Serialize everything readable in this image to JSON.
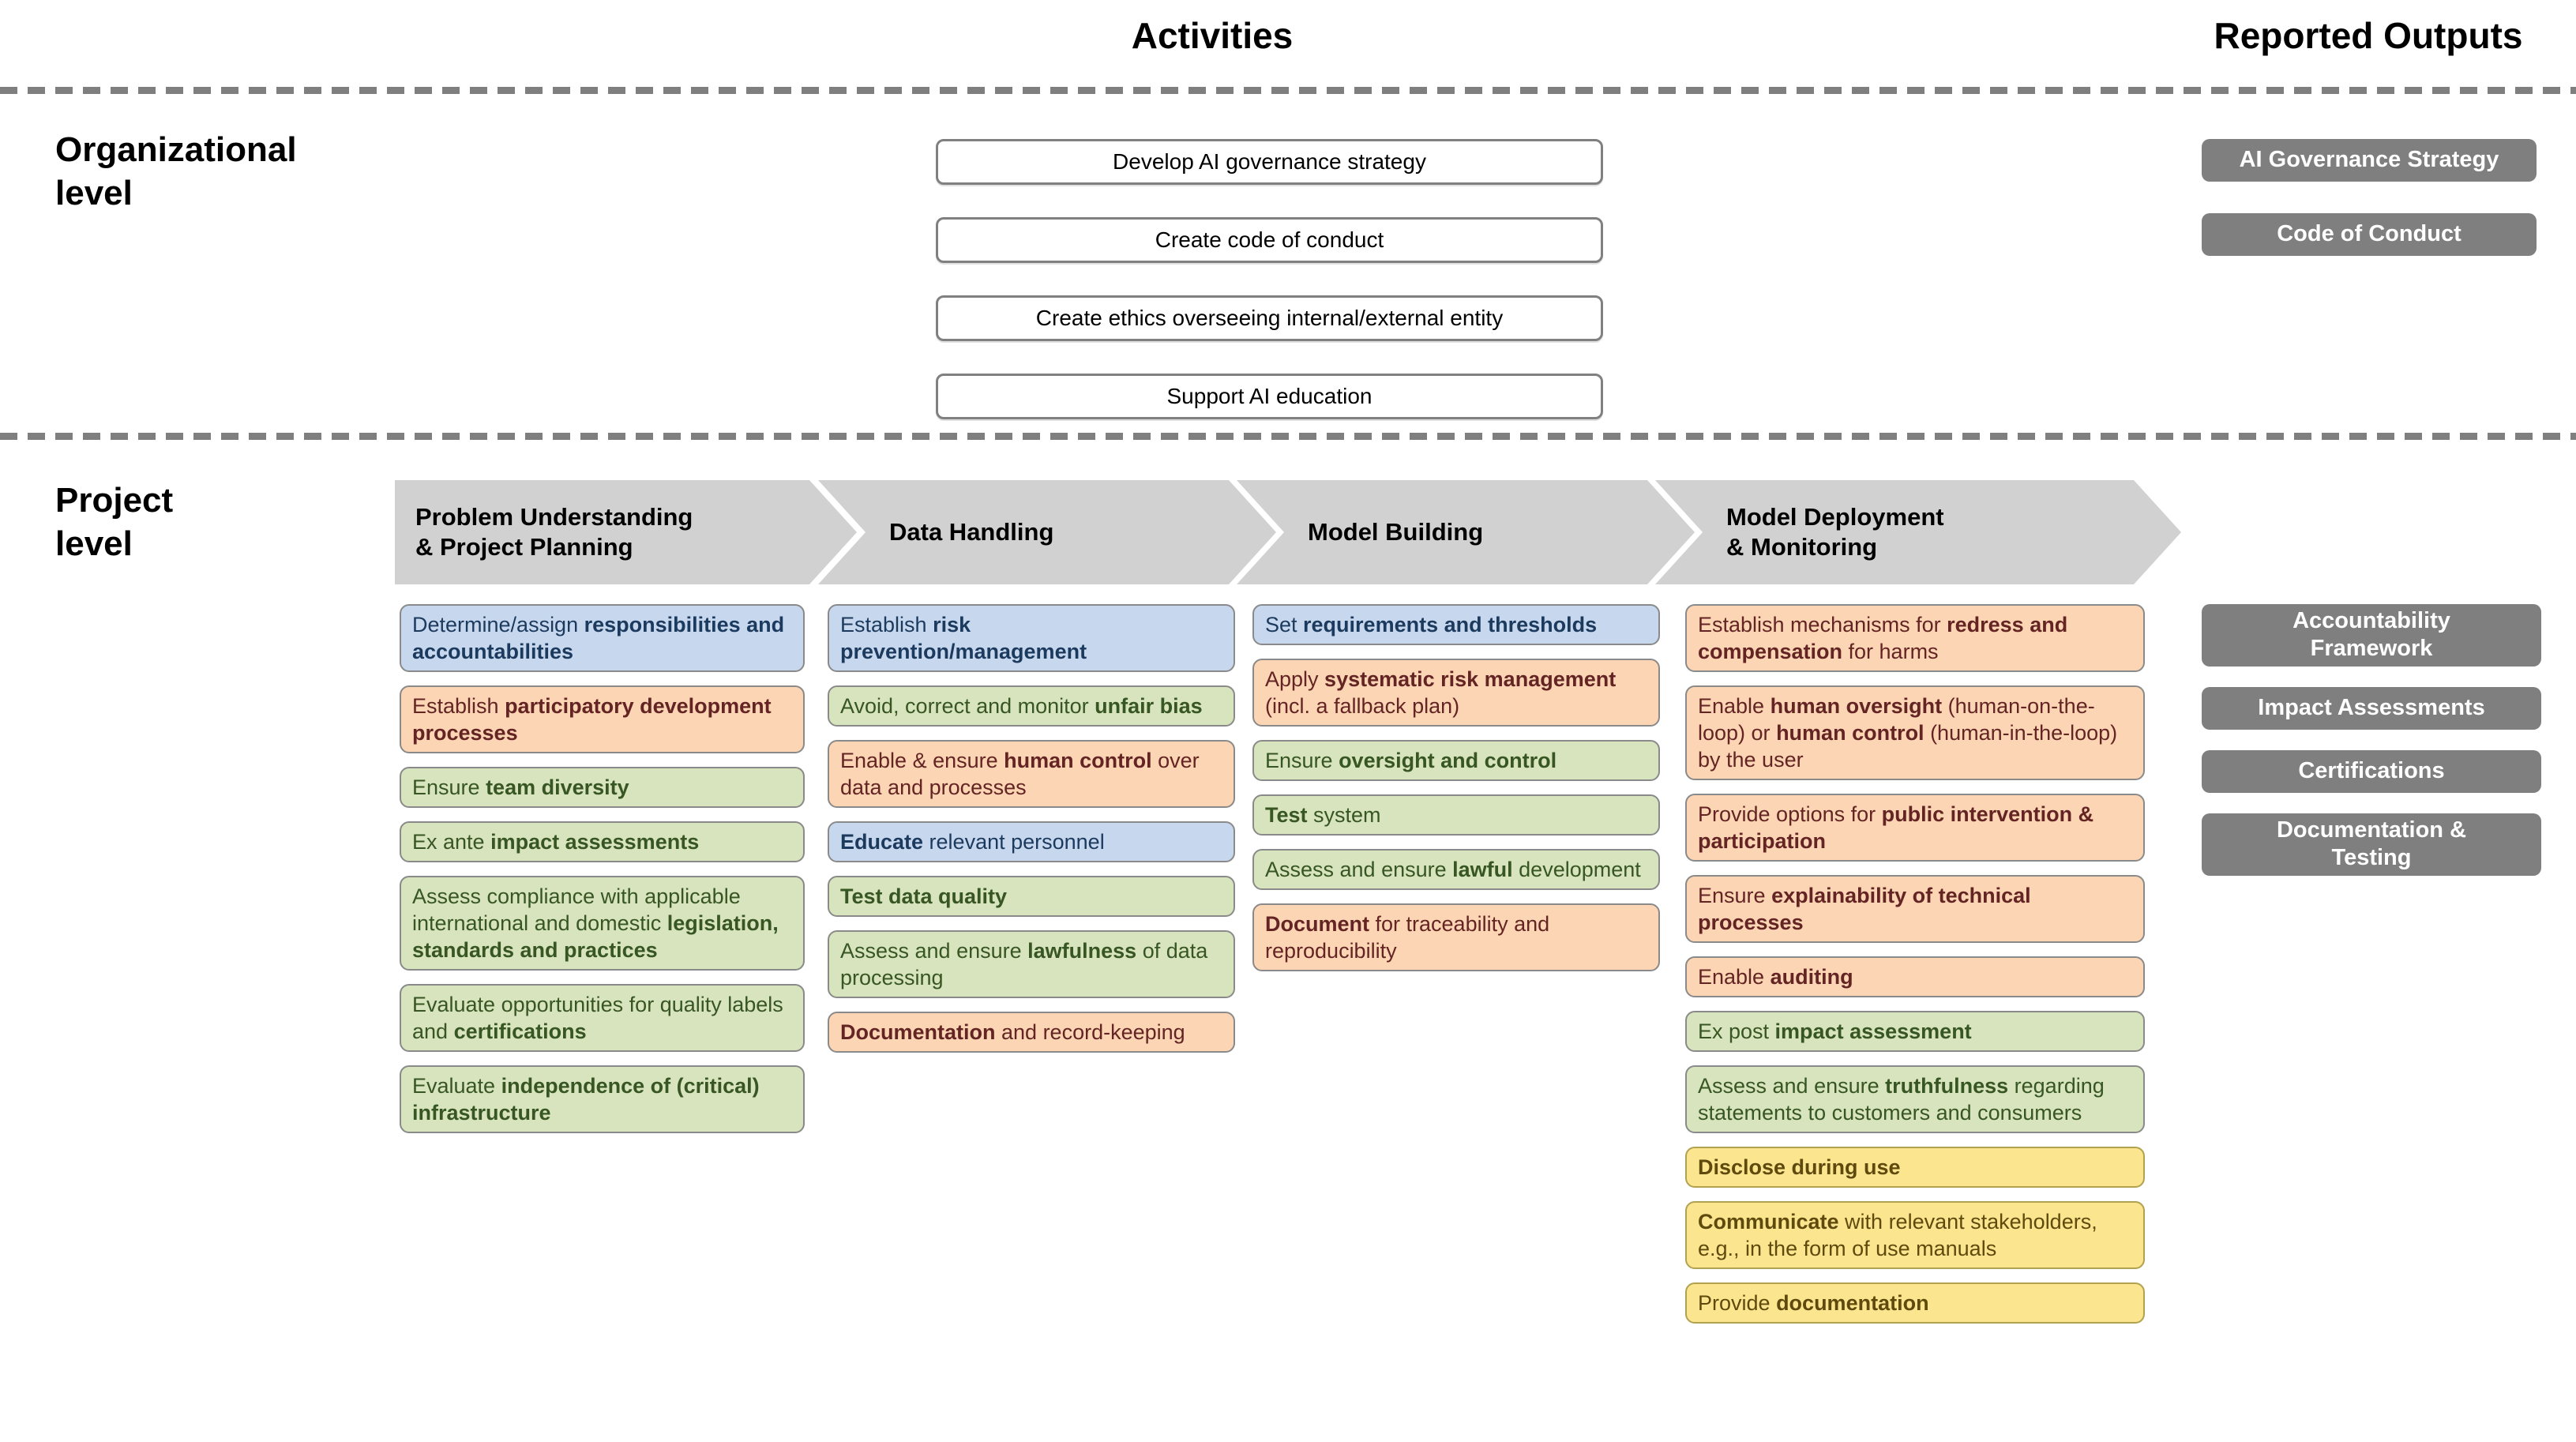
{
  "palette": {
    "blue_fill": "#c7d8ee",
    "blue_text": "#1b3a5e",
    "green_fill": "#d7e4bd",
    "green_text": "#375623",
    "orange_fill": "#fcd5b4",
    "orange_text": "#632423",
    "yellow_fill": "#fbe58f",
    "yellow_text": "#5f4a0e",
    "gray_output_fill": "#7f7f7f",
    "gray_output_text": "#ffffff",
    "chevron_fill": "#d1d1d1",
    "box_border": "#8a8a8a",
    "dash_line": "#7f7f7f"
  },
  "header": {
    "activities_title": "Activities",
    "outputs_title": "Reported Outputs"
  },
  "organizational": {
    "label": "Organizational\nlevel",
    "activities": [
      "Develop AI governance strategy",
      "Create code of conduct",
      "Create ethics overseeing internal/external entity",
      "Support AI education"
    ],
    "outputs": [
      "AI Governance Strategy",
      "Code of Conduct"
    ]
  },
  "project": {
    "label": "Project\nlevel",
    "phases": [
      {
        "title": "Problem Understanding\n& Project Planning",
        "activities": [
          {
            "color": "blue",
            "segments": [
              {
                "t": "Determine/assign "
              },
              {
                "t": "responsibilities and accountabilities",
                "b": true
              }
            ]
          },
          {
            "color": "orange",
            "segments": [
              {
                "t": "Establish "
              },
              {
                "t": "participatory development processes",
                "b": true
              }
            ]
          },
          {
            "color": "green",
            "segments": [
              {
                "t": "Ensure "
              },
              {
                "t": "team diversity",
                "b": true
              }
            ]
          },
          {
            "color": "green",
            "segments": [
              {
                "t": "Ex ante "
              },
              {
                "t": "impact assessments",
                "b": true
              }
            ]
          },
          {
            "color": "green",
            "segments": [
              {
                "t": "Assess compliance with applicable international and domestic "
              },
              {
                "t": "legislation, standards and practices",
                "b": true
              }
            ]
          },
          {
            "color": "green",
            "segments": [
              {
                "t": "Evaluate opportunities for quality labels and "
              },
              {
                "t": "certifications",
                "b": true
              }
            ]
          },
          {
            "color": "green",
            "segments": [
              {
                "t": "Evaluate "
              },
              {
                "t": "independence of (critical) infrastructure",
                "b": true
              }
            ]
          }
        ]
      },
      {
        "title": "Data Handling",
        "activities": [
          {
            "color": "blue",
            "segments": [
              {
                "t": "Establish "
              },
              {
                "t": "risk prevention/management",
                "b": true
              }
            ]
          },
          {
            "color": "green",
            "segments": [
              {
                "t": "Avoid, correct and monitor "
              },
              {
                "t": "unfair bias",
                "b": true
              }
            ]
          },
          {
            "color": "orange",
            "segments": [
              {
                "t": "Enable & ensure "
              },
              {
                "t": "human control",
                "b": true
              },
              {
                "t": " over data and processes"
              }
            ]
          },
          {
            "color": "blue",
            "segments": [
              {
                "t": "Educate",
                "b": true
              },
              {
                "t": " relevant personnel"
              }
            ]
          },
          {
            "color": "green",
            "segments": [
              {
                "t": "Test data quality",
                "b": true
              }
            ]
          },
          {
            "color": "green",
            "segments": [
              {
                "t": "Assess and ensure "
              },
              {
                "t": "lawfulness",
                "b": true
              },
              {
                "t": " of data processing"
              }
            ]
          },
          {
            "color": "orange",
            "segments": [
              {
                "t": "Documentation",
                "b": true
              },
              {
                "t": " and record-keeping"
              }
            ]
          }
        ]
      },
      {
        "title": "Model Building",
        "activities": [
          {
            "color": "blue",
            "segments": [
              {
                "t": "Set "
              },
              {
                "t": "requirements and thresholds",
                "b": true
              }
            ]
          },
          {
            "color": "orange",
            "segments": [
              {
                "t": "Apply "
              },
              {
                "t": "systematic risk management",
                "b": true
              },
              {
                "t": " (incl. a fallback plan)"
              }
            ]
          },
          {
            "color": "green",
            "segments": [
              {
                "t": "Ensure "
              },
              {
                "t": "oversight and control",
                "b": true
              }
            ]
          },
          {
            "color": "green",
            "segments": [
              {
                "t": "Test",
                "b": true
              },
              {
                "t": " system"
              }
            ]
          },
          {
            "color": "green",
            "segments": [
              {
                "t": "Assess and ensure "
              },
              {
                "t": "lawful",
                "b": true
              },
              {
                "t": " development"
              }
            ]
          },
          {
            "color": "orange",
            "segments": [
              {
                "t": "Document",
                "b": true
              },
              {
                "t": " for traceability and reproducibility"
              }
            ]
          }
        ]
      },
      {
        "title": "Model Deployment\n& Monitoring",
        "activities": [
          {
            "color": "orange",
            "segments": [
              {
                "t": "Establish mechanisms for "
              },
              {
                "t": "redress and compensation",
                "b": true
              },
              {
                "t": " for harms"
              }
            ]
          },
          {
            "color": "orange",
            "segments": [
              {
                "t": "Enable "
              },
              {
                "t": "human oversight",
                "b": true
              },
              {
                "t": " (human-on-the-loop) or "
              },
              {
                "t": "human control",
                "b": true
              },
              {
                "t": " (human-in-the-loop) by the user"
              }
            ]
          },
          {
            "color": "orange",
            "segments": [
              {
                "t": "Provide options for "
              },
              {
                "t": "public intervention & participation",
                "b": true
              }
            ]
          },
          {
            "color": "orange",
            "segments": [
              {
                "t": "Ensure "
              },
              {
                "t": "explainability of technical processes",
                "b": true
              }
            ]
          },
          {
            "color": "orange",
            "segments": [
              {
                "t": "Enable "
              },
              {
                "t": "auditing",
                "b": true
              }
            ]
          },
          {
            "color": "green",
            "segments": [
              {
                "t": "Ex post "
              },
              {
                "t": "impact assessment",
                "b": true
              }
            ]
          },
          {
            "color": "green",
            "segments": [
              {
                "t": "Assess and ensure "
              },
              {
                "t": "truthfulness",
                "b": true
              },
              {
                "t": " regarding statements to customers and consumers"
              }
            ]
          },
          {
            "color": "yellow",
            "segments": [
              {
                "t": "Disclose during use",
                "b": true
              }
            ]
          },
          {
            "color": "yellow",
            "segments": [
              {
                "t": "Communicate",
                "b": true
              },
              {
                "t": " with relevant stakeholders, e.g., in the form of use manuals"
              }
            ]
          },
          {
            "color": "yellow",
            "segments": [
              {
                "t": "Provide "
              },
              {
                "t": "documentation",
                "b": true
              }
            ]
          }
        ]
      }
    ],
    "outputs": [
      "Accountability\nFramework",
      "Impact Assessments",
      "Certifications",
      "Documentation &\nTesting"
    ]
  }
}
